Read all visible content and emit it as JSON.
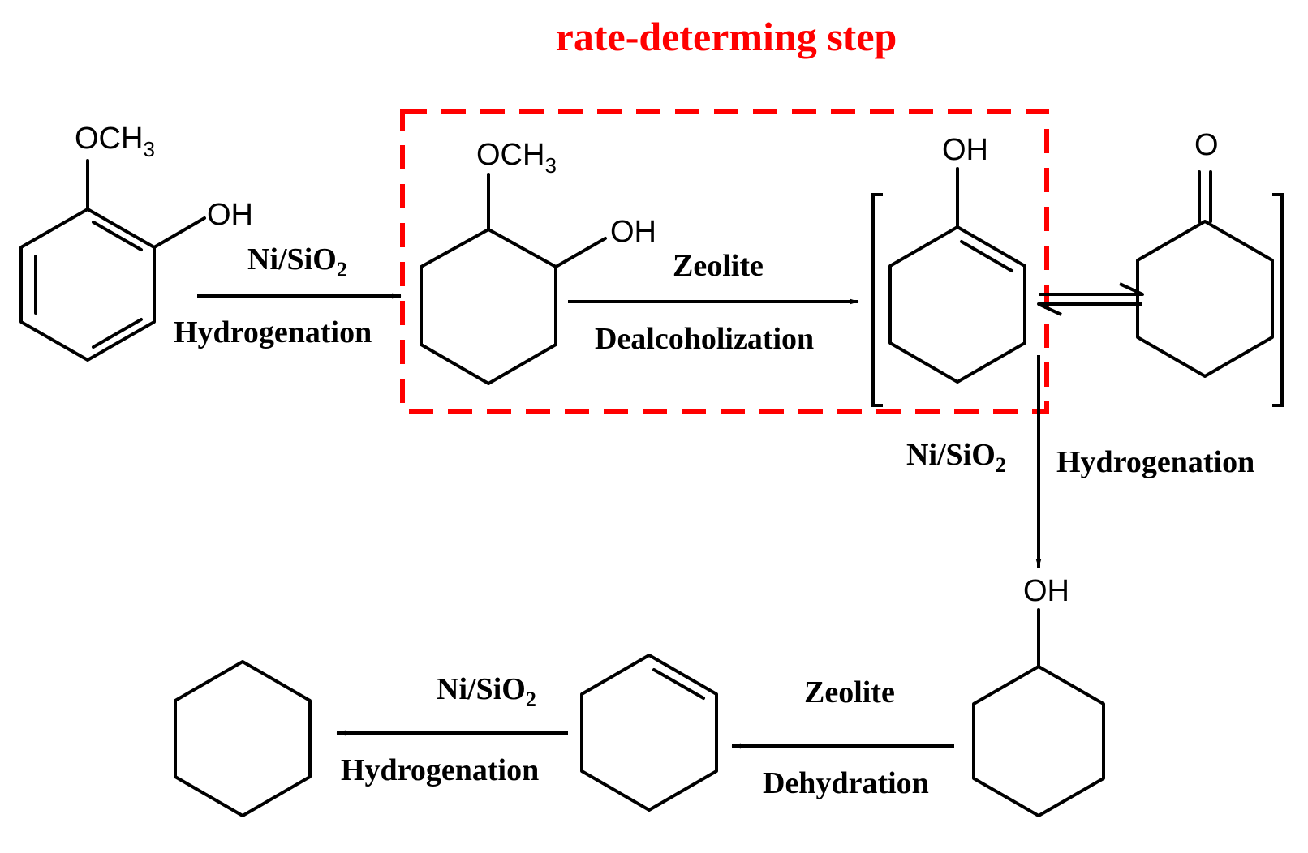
{
  "title": {
    "text": "rate-determing step",
    "color": "#ff0000"
  },
  "highlight_box_color": "#ff0000",
  "atoms": {
    "och3_main": "OCH",
    "och3_sub": "3",
    "oh": "OH",
    "o": "O"
  },
  "steps": {
    "s1_catalyst": "Ni/SiO",
    "s1_catalyst_sub": "2",
    "s1_type": "Hydrogenation",
    "s2_catalyst": "Zeolite",
    "s2_type": "Dealcoholization",
    "s3_catalyst": "Ni/SiO",
    "s3_catalyst_sub": "2",
    "s3_type": "Hydrogenation",
    "s4_catalyst": "Zeolite",
    "s4_type": "Dehydration",
    "s5_catalyst": "Ni/SiO",
    "s5_catalyst_sub": "2",
    "s5_type": "Hydrogenation"
  },
  "molecules": [
    "guaiacol",
    "2-methoxycyclohexanol",
    "cyclohexenol",
    "cyclohexanone",
    "cyclohexanol",
    "cyclohexene",
    "cyclohexane"
  ]
}
